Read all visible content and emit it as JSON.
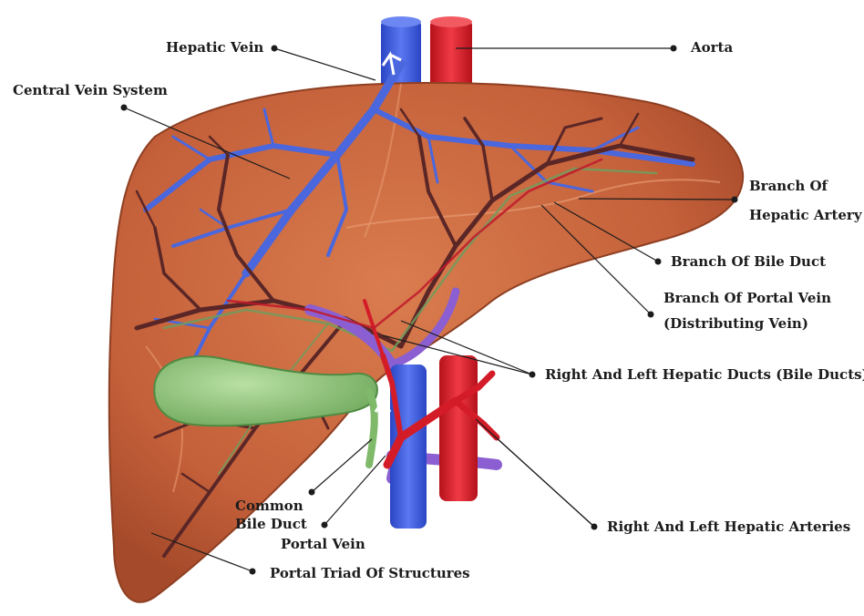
{
  "labels": {
    "hepatic_vein": "Hepatic Vein",
    "aorta": "Aorta",
    "central_vein_system": "Central Vein System",
    "branch_hepatic_artery_1": "Branch Of",
    "branch_hepatic_artery_2": "Hepatic Artery",
    "branch_bile_duct": "Branch Of Bile Duct",
    "branch_portal_vein_1": "Branch Of Portal Vein",
    "branch_portal_vein_2": "(Distributing Vein)",
    "hepatic_ducts": "Right And Left Hepatic Ducts (Bile Ducts)",
    "common_bile_duct_1": "Common",
    "common_bile_duct_2": "Bile Duct",
    "portal_vein": "Portal Vein",
    "hepatic_arteries": "Right And Left Hepatic Arteries",
    "portal_triad": "Portal Triad Of Structures"
  },
  "colors": {
    "liver": "#c8643a",
    "liver_dark": "#9e4527",
    "vein_blue": "#3f5fd6",
    "artery_red": "#d81e2a",
    "bile_green": "#7fb96a",
    "portal_purple": "#8c5ccf",
    "bile_branch_dark": "#5a2a2a"
  }
}
